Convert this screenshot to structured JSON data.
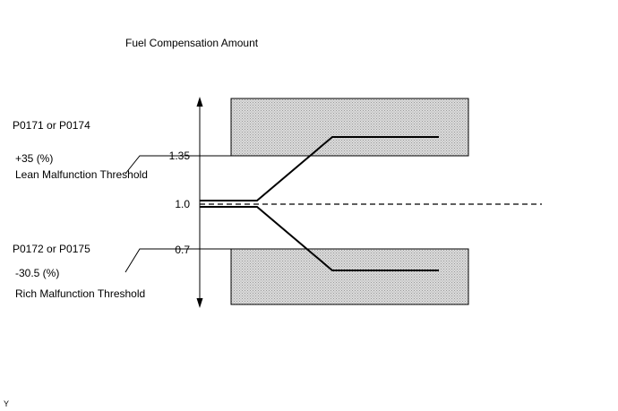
{
  "title": "Fuel Compensation Amount",
  "upper_block": {
    "codes": "P0171 or P0174",
    "percent": "+35 (%)",
    "threshold_name": "Lean Malfunction Threshold"
  },
  "lower_block": {
    "codes": "P0172 or P0175",
    "percent": "-30.5 (%)",
    "threshold_name": "Rich Malfunction Threshold"
  },
  "axis_ticks": {
    "lean": "1.35",
    "nominal": "1.0",
    "rich": "0.7"
  },
  "corner_mark": "Y",
  "colors": {
    "ink": "#000000",
    "hatch_fill": "#dcdcdc",
    "hatch_dot": "#9a9a9a"
  }
}
